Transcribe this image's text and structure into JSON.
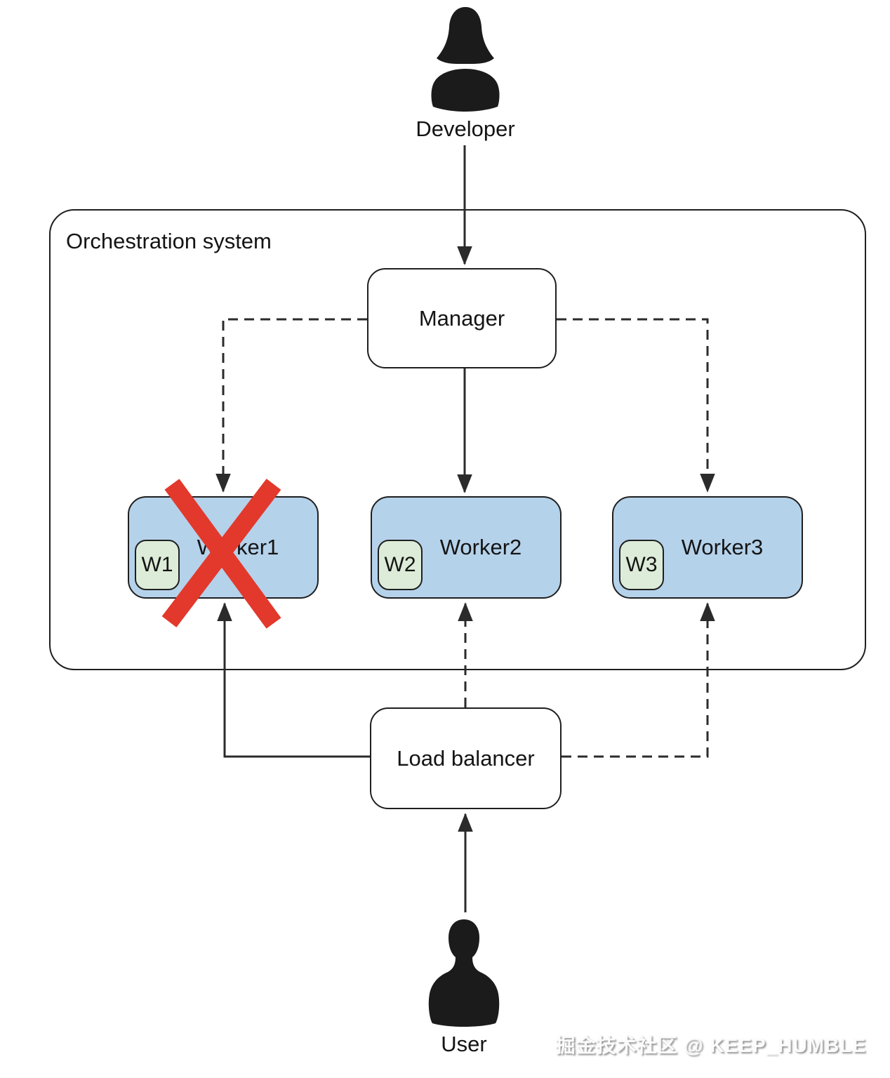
{
  "diagram": {
    "container_label": "Orchestration system",
    "actors": {
      "developer": {
        "label": "Developer",
        "icon": "person-female-icon"
      },
      "user": {
        "label": "User",
        "icon": "person-male-icon"
      }
    },
    "nodes": {
      "manager": {
        "label": "Manager"
      },
      "load_balancer": {
        "label": "Load balancer"
      },
      "workers": [
        {
          "badge": "W1",
          "label": "Worker1",
          "status": "failed"
        },
        {
          "badge": "W2",
          "label": "Worker2",
          "status": "running"
        },
        {
          "badge": "W3",
          "label": "Worker3",
          "status": "running"
        }
      ]
    },
    "edges": [
      {
        "from": "developer",
        "to": "manager",
        "style": "solid",
        "direction": "down"
      },
      {
        "from": "manager",
        "to": "worker1",
        "style": "dashed",
        "direction": "down"
      },
      {
        "from": "manager",
        "to": "worker2",
        "style": "solid",
        "direction": "down"
      },
      {
        "from": "manager",
        "to": "worker3",
        "style": "dashed",
        "direction": "down"
      },
      {
        "from": "load_balancer",
        "to": "worker1",
        "style": "solid",
        "direction": "up"
      },
      {
        "from": "load_balancer",
        "to": "worker2",
        "style": "dashed",
        "direction": "up"
      },
      {
        "from": "load_balancer",
        "to": "worker3",
        "style": "dashed",
        "direction": "up"
      },
      {
        "from": "user",
        "to": "load_balancer",
        "style": "solid",
        "direction": "up"
      }
    ],
    "colors": {
      "worker_fill": "#b5d2eb",
      "badge_fill": "#ddecd8",
      "line": "#2b2b2b",
      "failure_cross": "#e2392c"
    },
    "watermark": "掘金技术社区 @ KEEP_HUMBLE"
  }
}
